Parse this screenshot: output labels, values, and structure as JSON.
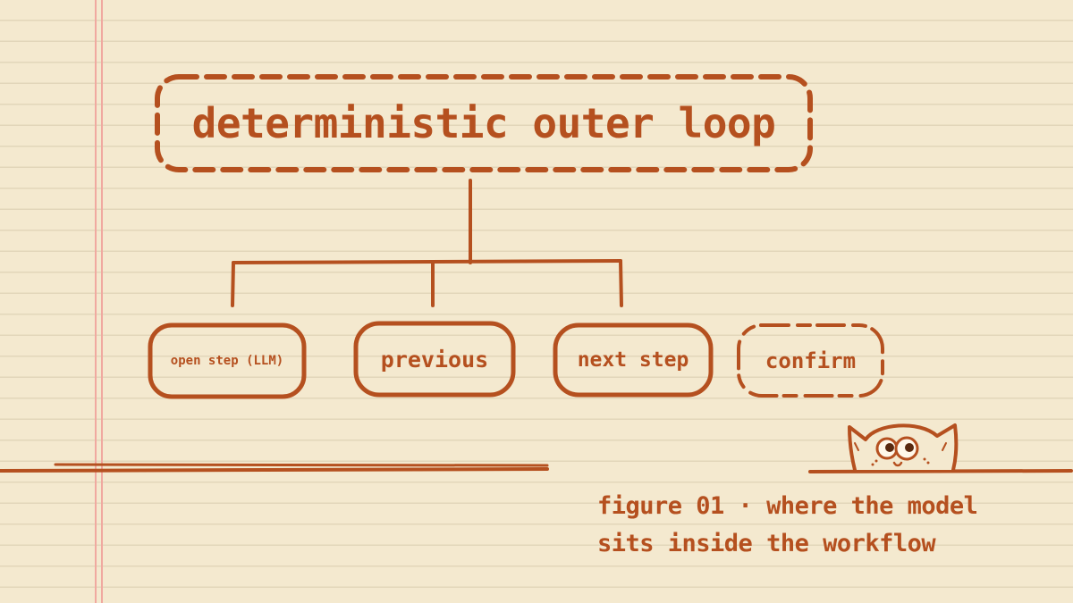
{
  "diagram": {
    "root": {
      "label": "deterministic outer loop",
      "style": "dashed"
    },
    "children": [
      {
        "label": "open step (LLM)",
        "style": "solid"
      },
      {
        "label": "previous",
        "style": "solid"
      },
      {
        "label": "next step",
        "style": "solid"
      },
      {
        "label": "confirm",
        "style": "dashed"
      }
    ]
  },
  "caption": {
    "line1": "figure 01 · where the model",
    "line2": "sits inside the workflow"
  },
  "colors": {
    "ink": "#b5501f",
    "paper": "#f4e9cf",
    "margin": "#f0a9a0"
  },
  "icons": {
    "mascot": "peeking-cat-icon"
  }
}
